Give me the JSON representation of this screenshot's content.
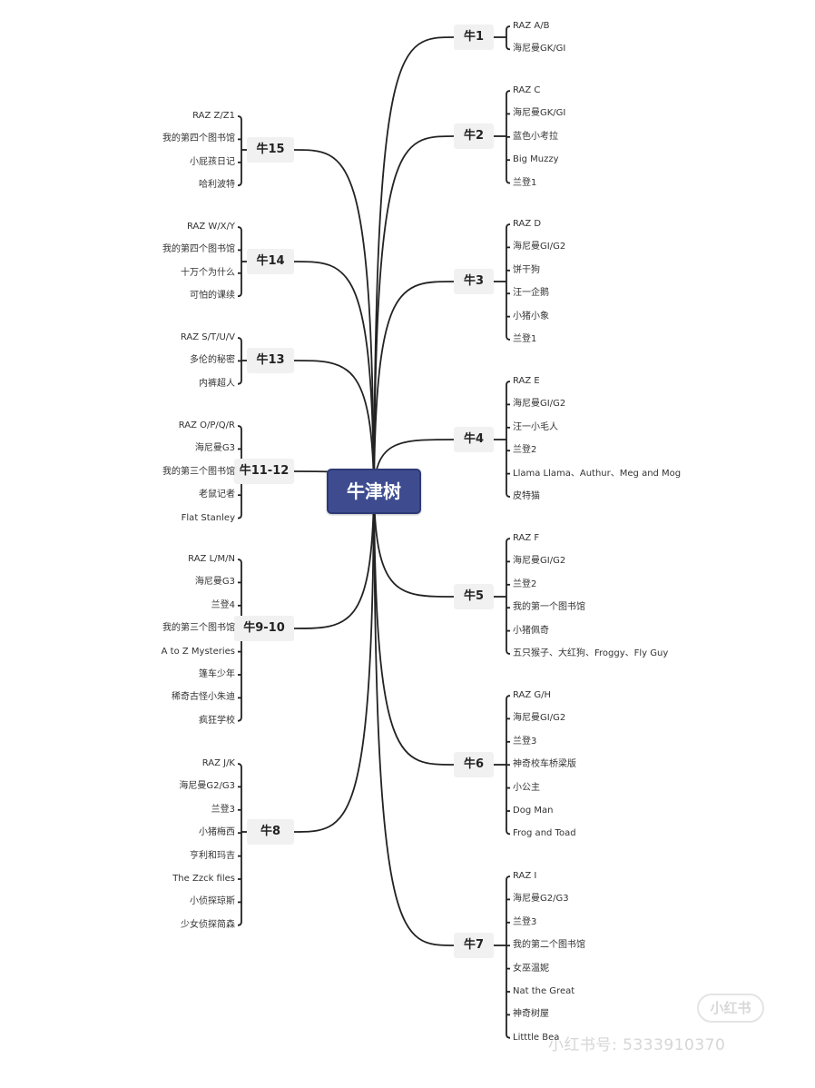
{
  "root": {
    "label": "牛津树"
  },
  "colors": {
    "line": "#222222",
    "root_bg": "#3e4c8f",
    "node_bg": "#f1f1f1"
  },
  "right_branches": [
    {
      "label": "牛1",
      "items": [
        "RAZ A/B",
        "海尼曼GK/GI"
      ]
    },
    {
      "label": "牛2",
      "items": [
        "RAZ C",
        "海尼曼GK/GI",
        "蓝色小考拉",
        "Big Muzzy",
        "兰登1"
      ]
    },
    {
      "label": "牛3",
      "items": [
        "RAZ D",
        "海尼曼GI/G2",
        "饼干狗",
        "汪一企鹅",
        "小猪小象",
        "兰登1"
      ]
    },
    {
      "label": "牛4",
      "items": [
        "RAZ E",
        "海尼曼GI/G2",
        "汪一小毛人",
        "兰登2",
        "Llama Llama、Authur、Meg and Mog",
        "皮特猫"
      ]
    },
    {
      "label": "牛5",
      "items": [
        "RAZ F",
        "海尼曼GI/G2",
        "兰登2",
        "我的第一个图书馆",
        "小猪佩奇",
        "五只猴子、大红狗、Froggy、Fly Guy"
      ]
    },
    {
      "label": "牛6",
      "items": [
        "RAZ G/H",
        "海尼曼GI/G2",
        "兰登3",
        "神奇校车桥梁版",
        "小公主",
        "Dog Man",
        "Frog and Toad"
      ]
    },
    {
      "label": "牛7",
      "items": [
        "RAZ I",
        "海尼曼G2/G3",
        "兰登3",
        "我的第二个图书馆",
        "女巫温妮",
        "Nat the Great",
        "神奇树屋",
        "Litttle Bea"
      ]
    }
  ],
  "left_branches": [
    {
      "label": "牛15",
      "items": [
        "RAZ Z/Z1",
        "我的第四个图书馆",
        "小屁孩日记",
        "哈利波特"
      ]
    },
    {
      "label": "牛14",
      "items": [
        "RAZ W/X/Y",
        "我的第四个图书馆",
        "十万个为什么",
        "可怕的课续"
      ]
    },
    {
      "label": "牛13",
      "items": [
        "RAZ S/T/U/V",
        "多伦的秘密",
        "内裤超人"
      ]
    },
    {
      "label": "牛11-12",
      "items": [
        "RAZ O/P/Q/R",
        "海尼曼G3",
        "我的第三个图书馆",
        "老鼠记者",
        "Flat Stanley"
      ]
    },
    {
      "label": "牛9-10",
      "items": [
        "RAZ L/M/N",
        "海尼曼G3",
        "兰登4",
        "我的第三个图书馆",
        "A to Z Mysteries",
        "篷车少年",
        "稀奇古怪小朱迪",
        "疯狂学校"
      ]
    },
    {
      "label": "牛8",
      "items": [
        "RAZ J/K",
        "海尼曼G2/G3",
        "兰登3",
        "小猪梅西",
        "亨利和玛吉",
        "The Zzck files",
        "小侦探琼斯",
        "少女侦探简森"
      ]
    }
  ],
  "watermark": {
    "logo": "小红书",
    "text": "小红书号: 5333910370"
  }
}
